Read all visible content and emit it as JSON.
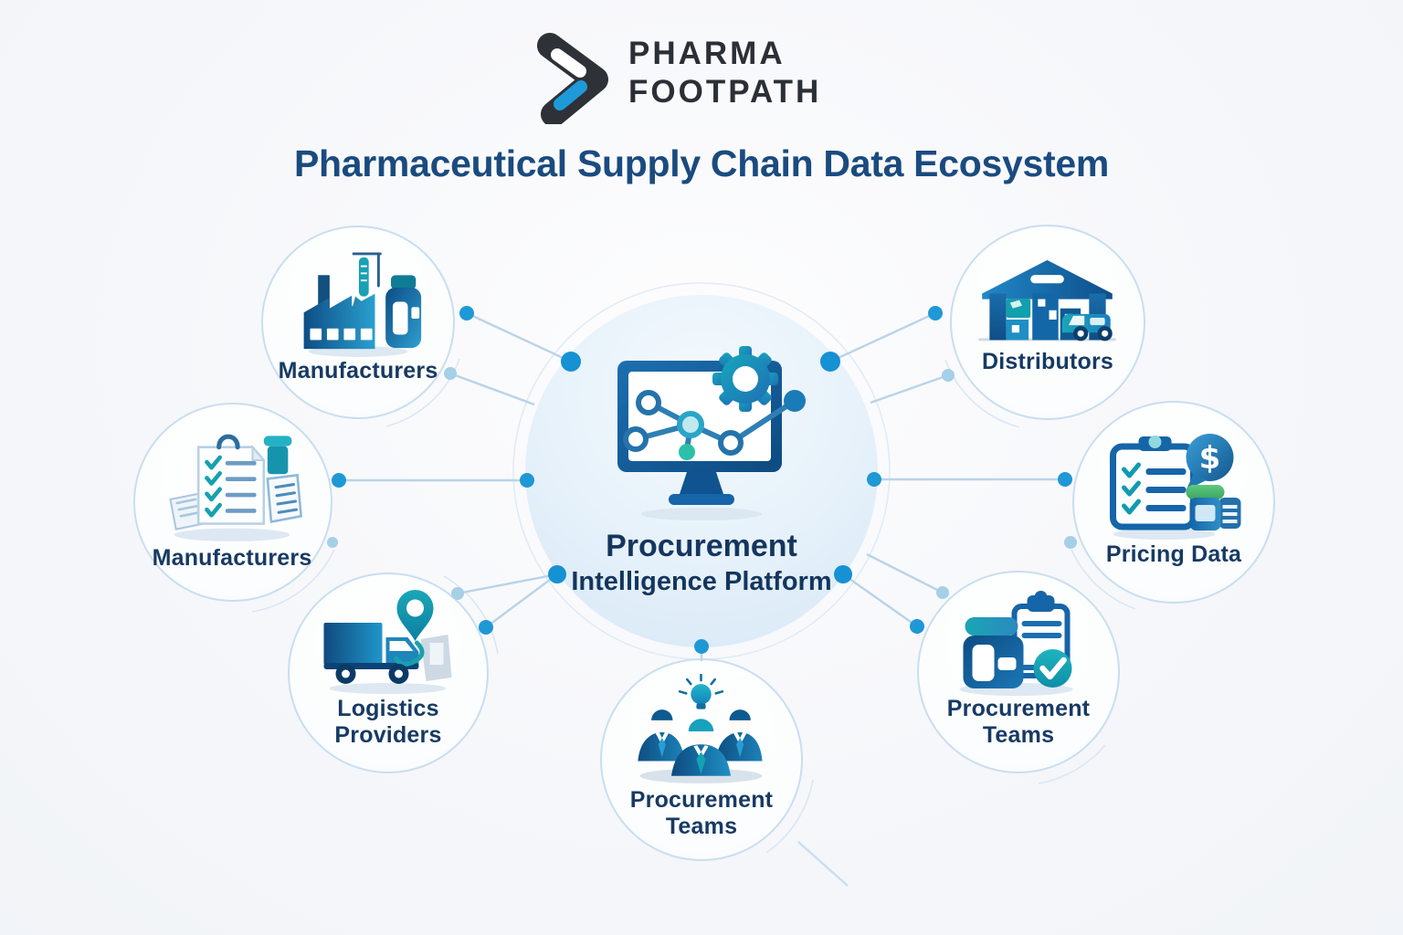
{
  "brand": {
    "name_line1": "PHARMA",
    "name_line2": "FOOTPATH",
    "mark": "chevron-arrow-logo"
  },
  "title": "Pharmaceutical Supply Chain Data Ecosystem",
  "center": {
    "label_line1": "Procurement",
    "label_line2": "Intelligence Platform",
    "icon": "monitor-analytics-gear-icon"
  },
  "nodes": {
    "manufacturers_top": {
      "label": "Manufacturers",
      "icon": "factory-pill-bottle-icon"
    },
    "manufacturers_left": {
      "label": "Manufacturers",
      "icon": "checklist-documents-icon"
    },
    "logistics_providers": {
      "label_line1": "Logistics",
      "label_line2": "Providers",
      "icon": "delivery-truck-location-pin-icon"
    },
    "procurement_teams_bottom": {
      "label_line1": "Procurement",
      "label_line2": "Teams",
      "icon": "team-idea-lightbulb-icon"
    },
    "distributors": {
      "label": "Distributors",
      "icon": "warehouse-boxes-truck-icon"
    },
    "pricing_data": {
      "label": "Pricing Data",
      "icon": "clipboard-dollar-pill-bottle-icon",
      "currency_symbol": "$"
    },
    "procurement_teams_right": {
      "label_line1": "Procurement",
      "label_line2": "Teams",
      "icon": "pill-bottle-clipboard-check-icon"
    }
  },
  "edges": [
    {
      "from": "center",
      "to": "manufacturers_top"
    },
    {
      "from": "center",
      "to": "manufacturers_left"
    },
    {
      "from": "center",
      "to": "logistics_providers"
    },
    {
      "from": "center",
      "to": "procurement_teams_bottom"
    },
    {
      "from": "center",
      "to": "distributors"
    },
    {
      "from": "center",
      "to": "pricing_data"
    },
    {
      "from": "center",
      "to": "procurement_teams_right"
    }
  ],
  "colors": {
    "background": "#f5f7fa",
    "title_text": "#1a4b7f",
    "label_text": "#173a63",
    "logo_text": "#2b2f36",
    "logo_accent": "#1e9ad9",
    "circle_border": "#c9def0",
    "central_fill": "#dcebf8",
    "connector_line": "#b9d3e8",
    "dot_primary": "#1691d3",
    "dot_light": "#a6cfe8",
    "icon_blue_dark": "#0d4c84",
    "icon_blue": "#1c7fc0",
    "icon_teal": "#14a3b5",
    "icon_green": "#4cb96e"
  }
}
